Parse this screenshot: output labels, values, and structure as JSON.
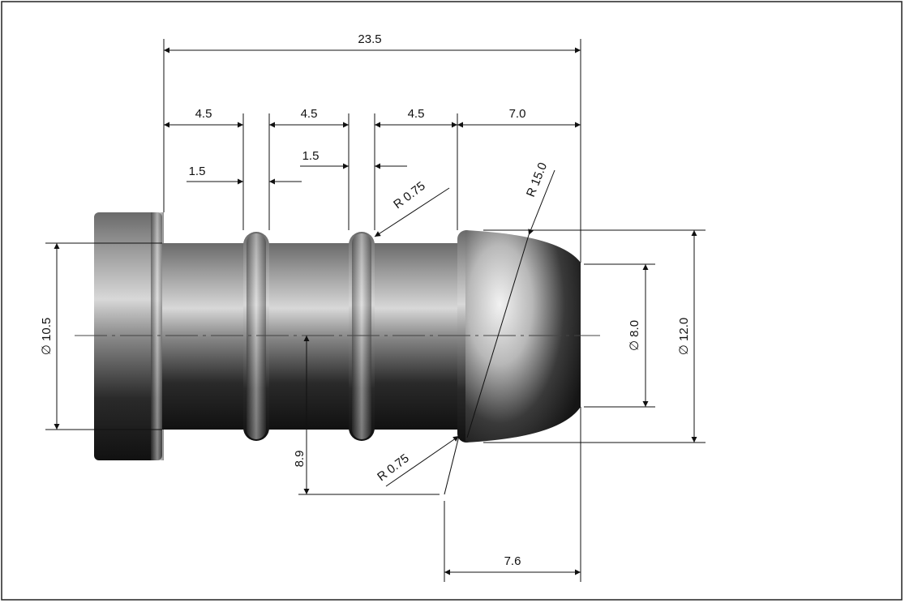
{
  "drawing": {
    "dimensions": {
      "overall_length": "23.5",
      "seg1": "4.5",
      "seg2": "4.5",
      "seg3": "4.5",
      "nose_length": "7.0",
      "groove1_width": "1.5",
      "groove2_width": "1.5",
      "groove_radius_top": "R  0.75",
      "nose_radius": "R  15.0",
      "groove_radius_bottom": "R  0.75",
      "body_diameter": "∅ 10.5",
      "tip_diameter": "∅ 8.0",
      "shoulder_diameter": "∅ 12.0",
      "center_offset": "8.9",
      "radius_center_offset": "7.6"
    }
  }
}
